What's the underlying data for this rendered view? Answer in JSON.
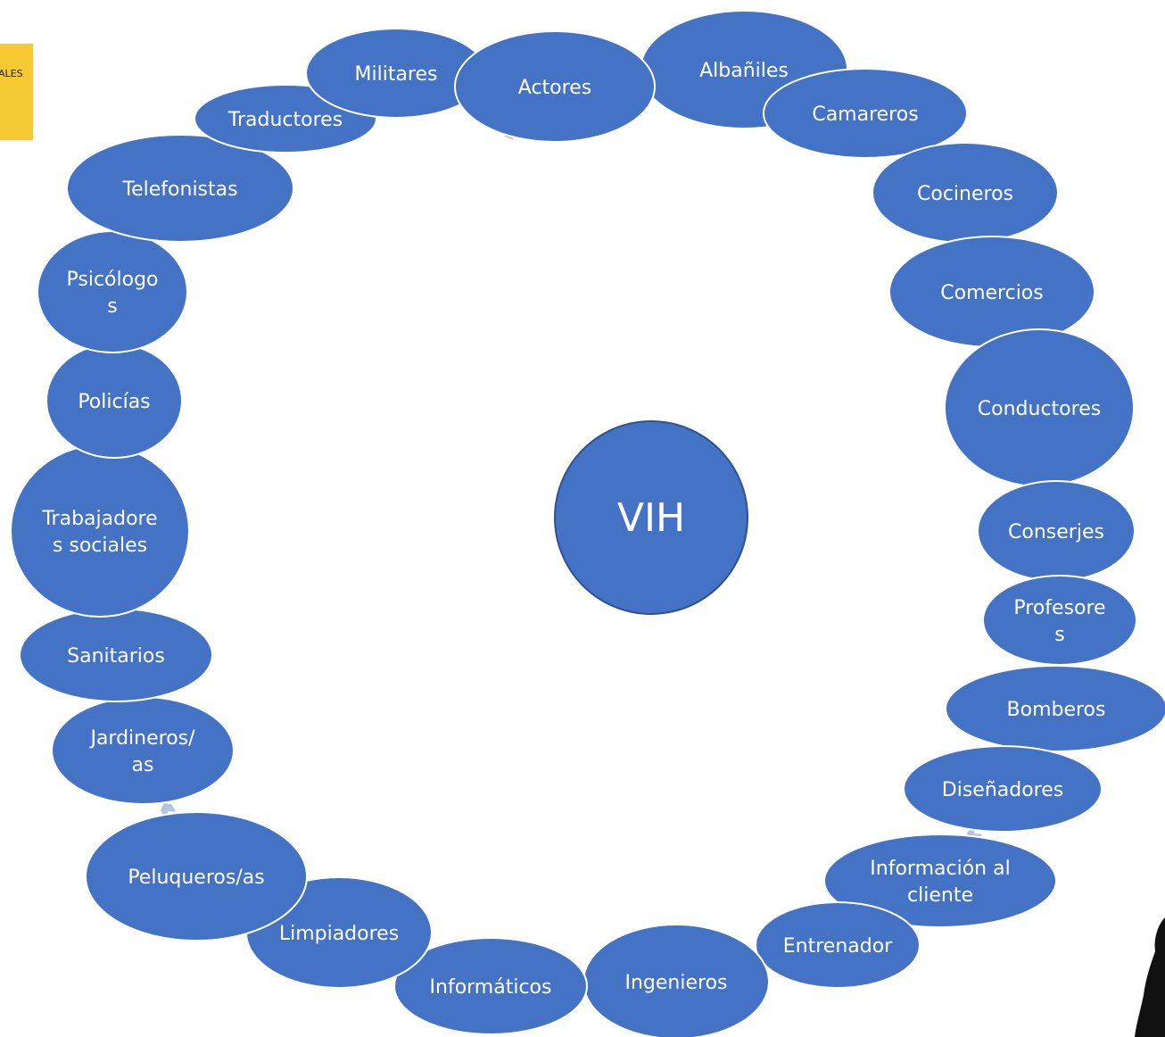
{
  "colors": {
    "node_fill": "#4472c4",
    "node_stroke": "#ffffff",
    "center_stroke": "#2f528f",
    "connector": "#b4c3e3",
    "corner_tag": "#f7c933",
    "silhouette": "#111111"
  },
  "corner_tag": {
    "text": "ALES"
  },
  "center": {
    "label": "VIH"
  },
  "nodes": [
    {
      "lines": [
        "Albañiles"
      ]
    },
    {
      "lines": [
        "Camareros"
      ]
    },
    {
      "lines": [
        "Cocineros"
      ]
    },
    {
      "lines": [
        "Comercios"
      ]
    },
    {
      "lines": [
        "Conductores"
      ]
    },
    {
      "lines": [
        "Conserjes"
      ]
    },
    {
      "lines": [
        "Profesore",
        "s"
      ]
    },
    {
      "lines": [
        "Bomberos"
      ]
    },
    {
      "lines": [
        "Diseñadores"
      ]
    },
    {
      "lines": [
        "Información al",
        "cliente"
      ]
    },
    {
      "lines": [
        "Entrenador"
      ]
    },
    {
      "lines": [
        "Ingenieros"
      ]
    },
    {
      "lines": [
        "Informáticos"
      ]
    },
    {
      "lines": [
        "Limpiadores"
      ]
    },
    {
      "lines": [
        "Peluqueros/as"
      ]
    },
    {
      "lines": [
        "Jardineros/",
        "as"
      ]
    },
    {
      "lines": [
        "Sanitarios"
      ]
    },
    {
      "lines": [
        "Trabajadore",
        "s sociales"
      ]
    },
    {
      "lines": [
        "Policías"
      ]
    },
    {
      "lines": [
        "Psicólogo",
        "s"
      ]
    },
    {
      "lines": [
        "Telefonistas"
      ]
    },
    {
      "lines": [
        "Traductores"
      ]
    },
    {
      "lines": [
        "Militares"
      ]
    },
    {
      "lines": [
        "Actores"
      ]
    }
  ]
}
